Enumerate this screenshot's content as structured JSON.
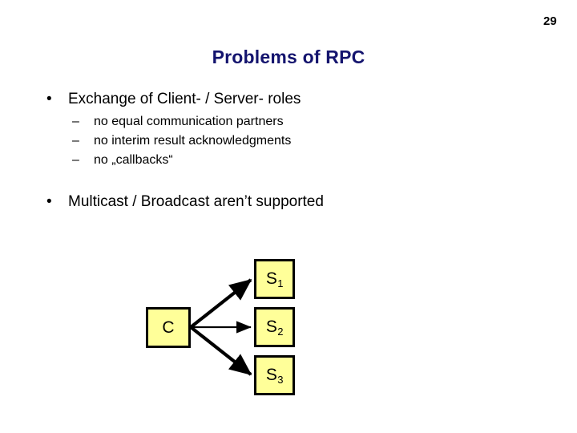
{
  "slide": {
    "page_number": "29",
    "title": "Problems of RPC",
    "colors": {
      "title": "#14146e",
      "text": "#000000",
      "node_fill": "#ffff99",
      "node_border": "#000000",
      "arrow": "#000000",
      "background": "#ffffff"
    },
    "bullets": [
      {
        "marker": "•",
        "text": "Exchange of Client- / Server- roles",
        "children": [
          {
            "marker": "–",
            "text": "no equal communication partners"
          },
          {
            "marker": "–",
            "text": "no interim result acknowledgments"
          },
          {
            "marker": "–",
            "text": "no „callbacks“"
          }
        ]
      },
      {
        "marker": "•",
        "text": "Multicast / Broadcast aren’t supported",
        "children": []
      }
    ],
    "diagram": {
      "nodes": [
        {
          "id": "c",
          "label": "C",
          "base": "C",
          "sub": ""
        },
        {
          "id": "s1",
          "label": "S1",
          "base": "S",
          "sub": "1"
        },
        {
          "id": "s2",
          "label": "S2",
          "base": "S",
          "sub": "2"
        },
        {
          "id": "s3",
          "label": "S3",
          "base": "S",
          "sub": "3"
        }
      ],
      "edges": [
        {
          "from": "c",
          "to": "s1"
        },
        {
          "from": "c",
          "to": "s2"
        },
        {
          "from": "c",
          "to": "s3"
        }
      ]
    }
  }
}
